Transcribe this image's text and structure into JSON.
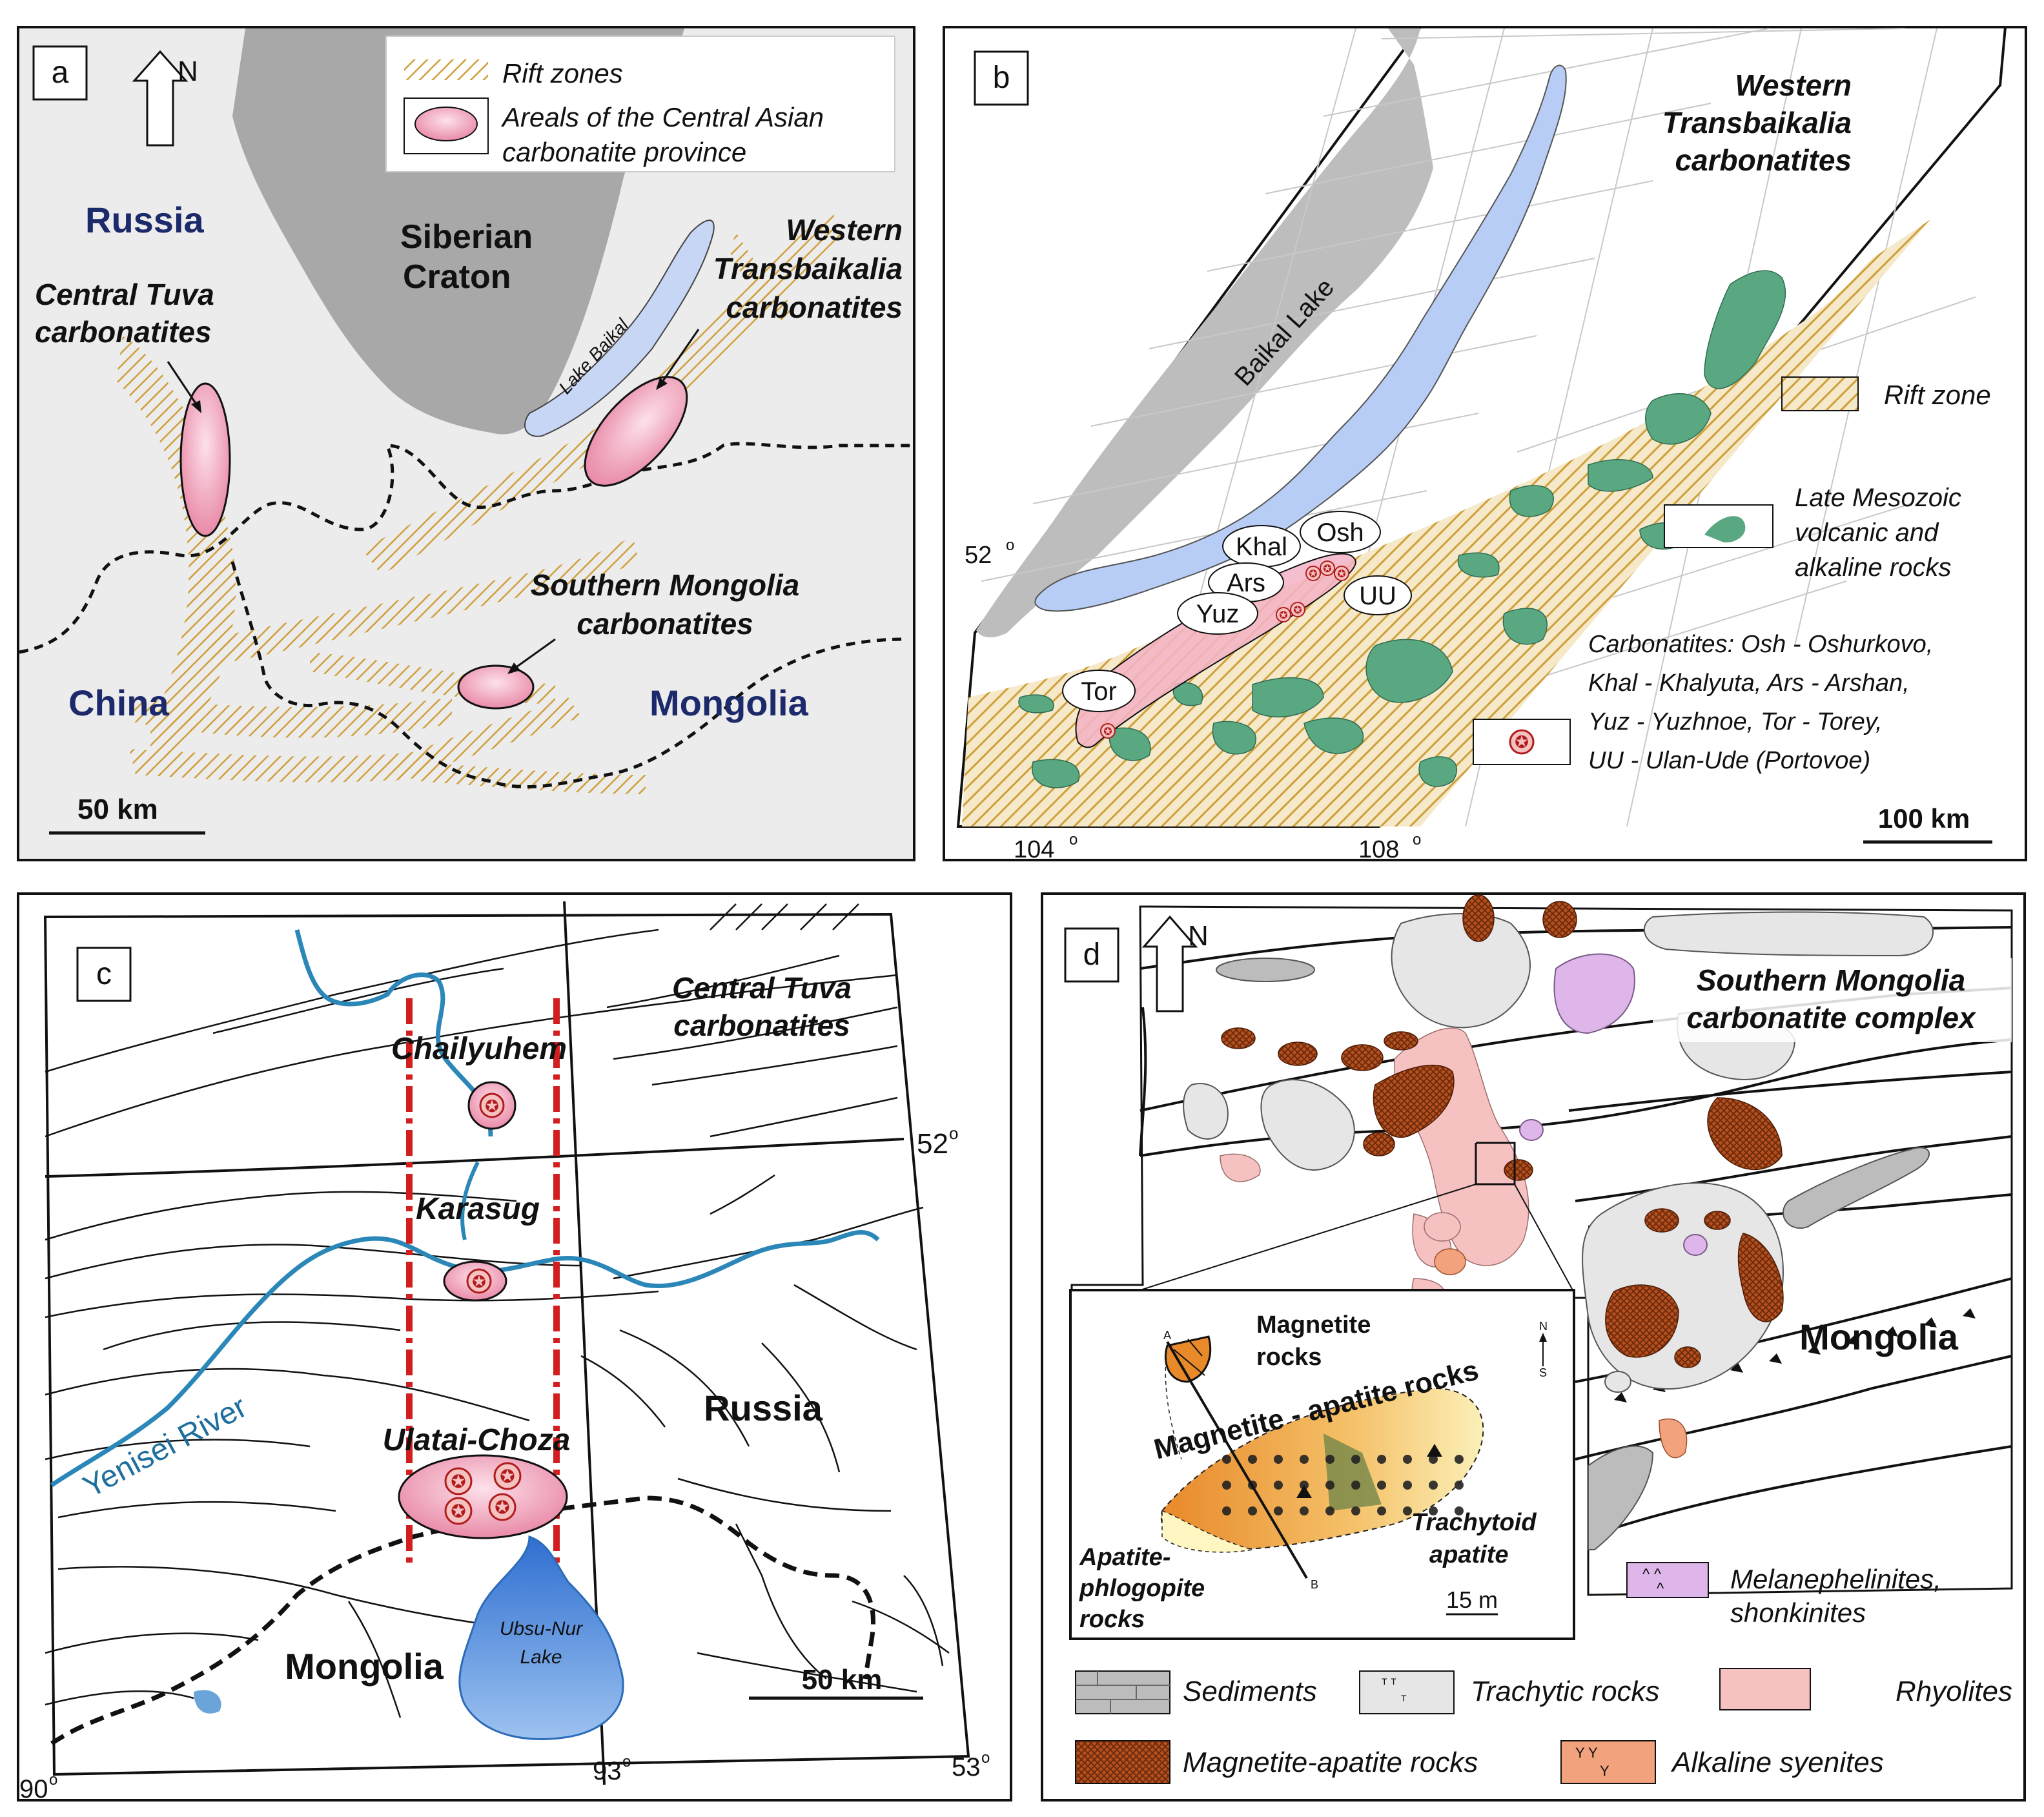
{
  "panels": {
    "a": {
      "letter": "a",
      "north": "N",
      "legend": {
        "rift": "Rift zones",
        "areals_line1": "Areals of the Central Asian",
        "areals_line2": "carbonatite province"
      },
      "labels": {
        "russia": "Russia",
        "siberian1": "Siberian",
        "siberian2": "Craton",
        "lake_baikal": "Lake Baikal",
        "wt1": "Western",
        "wt2": "Transbaikalia",
        "wt3": "carbonatites",
        "ct1": "Central Tuva",
        "ct2": "carbonatites",
        "sm1": "Southern Mongolia",
        "sm2": "carbonatites",
        "china": "China",
        "mongolia": "Mongolia"
      },
      "scale": "50 km"
    },
    "b": {
      "letter": "b",
      "title1": "Western",
      "title2": "Transbaikalia",
      "title3": "carbonatites",
      "baikal": "Baikal Lake",
      "lat52": "52",
      "lon104": "104",
      "lon108": "108",
      "deposits": [
        "Khal",
        "Osh",
        "Ars",
        "UU",
        "Yuz",
        "Tor"
      ],
      "legend": {
        "rift": "Rift zone",
        "volc1": "Late Mesozoic",
        "volc2": "volcanic and",
        "volc3": "alkaline rocks",
        "carb1": "Carbonatites: Osh - Oshurkovo,",
        "carb2": "Khal - Khalyuta, Ars - Arshan,",
        "carb3": "Yuz - Yuzhnoe, Tor - Torey,",
        "carb4": "UU - Ulan-Ude (Portovoe)"
      },
      "scale": "100 km"
    },
    "c": {
      "letter": "c",
      "title1": "Central Tuva",
      "title2": "carbonatites",
      "chailyuhem": "Chailyuhem",
      "karasug": "Karasug",
      "ulatai": "Ulatai-Choza",
      "russia": "Russia",
      "yenisei": "Yenisei River",
      "ubsu1": "Ubsu-Nur",
      "ubsu2": "Lake",
      "mongolia": "Mongolia",
      "scale": "50 km",
      "lat52": "52",
      "lat53": "53",
      "lon90": "90",
      "lon93": "93"
    },
    "d": {
      "letter": "d",
      "north": "N",
      "title1": "Southern Mongolia",
      "title2": "carbonatite complex",
      "mongolia": "Mongolia",
      "inset": {
        "magnetite1": "Magnetite",
        "magnetite2": "rocks",
        "mag_apatite": "Magnetite - apatite rocks",
        "trach1": "Trachytoid",
        "trach2": "apatite",
        "apph1": "Apatite-",
        "apph2": "phlogopite",
        "apph3": "rocks",
        "scale": "15 m",
        "a": "A",
        "b": "B",
        "n": "N",
        "s": "S"
      },
      "legend": {
        "melan1": "Melanephelinites,",
        "melan2": "shonkinites",
        "sediments": "Sediments",
        "trachytic": "Trachytic rocks",
        "rhyolites": "Rhyolites",
        "magap": "Magnetite-apatite rocks",
        "alksy": "Alkaline syenites"
      }
    }
  },
  "colors": {
    "craton": "#a9a9a9",
    "lake": "#b9cdf3",
    "rift": "#d8b45a",
    "areal": "#f3b3c7",
    "volcanic": "#5aa882",
    "river": "#2b87b8",
    "ubsu": "#4e8fd6",
    "magap": "#c25e25",
    "rhyolite": "#f6c1c1",
    "melan": "#dfb6ea",
    "trachytic": "#e6e6e6",
    "sediments": "#b3b3b3",
    "alksy": "#f2a27c"
  }
}
